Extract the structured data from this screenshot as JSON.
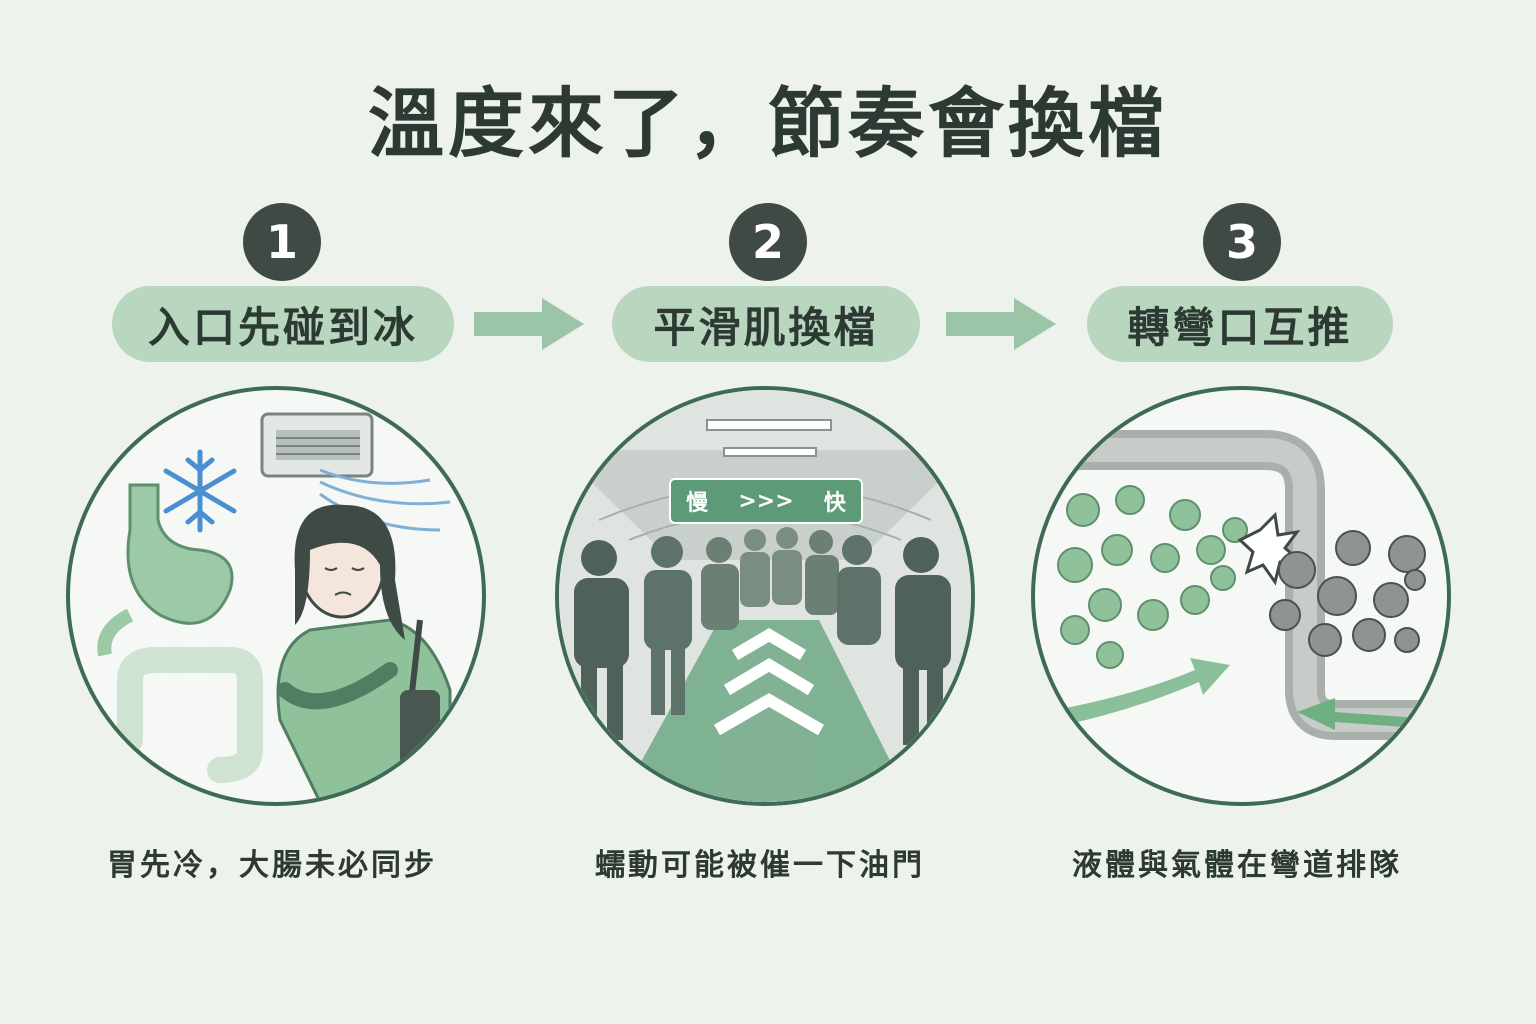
{
  "title": "溫度來了，節奏會換檔",
  "colors": {
    "background": "#eef2ed",
    "accent_green": "#b9d6bf",
    "dark_green": "#3f6b56",
    "dark_text": "#2d3a33",
    "ice_blue": "#4a8fd0"
  },
  "steps": [
    {
      "number": "1",
      "label": "入口先碰到冰",
      "caption": "胃先冷，大腸未必同步",
      "scene_icons": [
        "snowflake-icon",
        "air-conditioner-icon",
        "stomach-icon",
        "intestine-icon",
        "cold-woman-icon"
      ]
    },
    {
      "number": "2",
      "label": "平滑肌換檔",
      "caption": "蠕動可能被催一下油門",
      "sign": {
        "left": "慢",
        "middle": ">>>",
        "right": "快"
      },
      "scene_icons": [
        "tunnel-icon",
        "walking-crowd-icon",
        "chevron-up-icon"
      ]
    },
    {
      "number": "3",
      "label": "轉彎口互推",
      "caption": "液體與氣體在彎道排隊",
      "scene_icons": [
        "pipe-bend-icon",
        "liquid-bubble-icon",
        "gas-bubble-icon",
        "collision-burst-icon",
        "flow-arrow-icon"
      ]
    }
  ]
}
